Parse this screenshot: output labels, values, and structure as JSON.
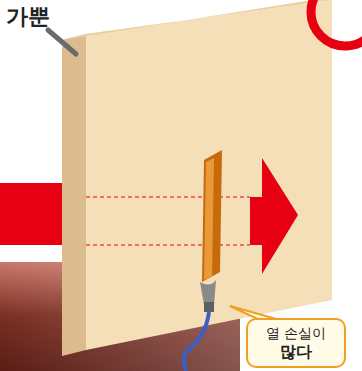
{
  "diagram": {
    "nodes": [
      {
        "text": [
          "열 손실이",
          "많다"
        ]
      }
    ],
    "labels": [
      "가뿐"
    ]
  }
}
